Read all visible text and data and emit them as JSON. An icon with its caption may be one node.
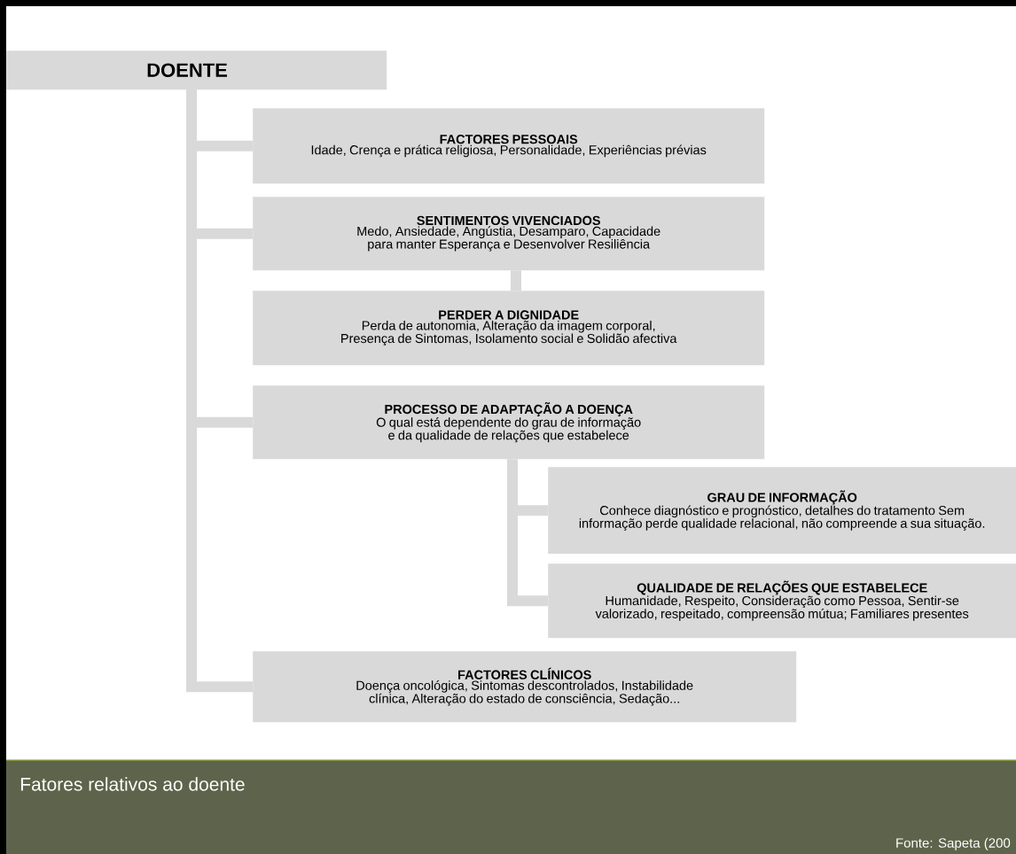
{
  "diagram": {
    "caption": "Fatores relativos ao doente",
    "nodes": [
      {
        "text": [
          "DOENTE"
        ]
      },
      {
        "text": [
          "FACTORES PESSOAIS",
          "Idade, Crença e prática religiosa, Personalidade, Experiências prévias"
        ]
      },
      {
        "text": [
          "SENTIMENTOS VIVENCIADOS",
          "Medo, Ansiedade, Angústia, Desamparo, Capacidade para manter Esperança e Desenvolver Resiliência"
        ]
      },
      {
        "text": [
          "PERDER A DIGNIDADE",
          "Perda de autonomia, Alteração da imagem corporal, Presença de Sintomas, Isolamento social e Solidão afectiva"
        ]
      },
      {
        "text": [
          "PROCESSO DE ADAPTAÇÃO A DOENÇA",
          "O qual está dependente do grau de informação e da qualidade de relações que estabelece"
        ]
      },
      {
        "text": [
          "GRAU DE INFORMAÇÃO",
          "Conhece diagnóstico e prognóstico, detalhes do tratamento Sem informação perde qualidade relacional, não compreende a sua situação."
        ]
      },
      {
        "text": [
          "QUALIDADE DE RELAÇÕES QUE ESTABELECE",
          "Humanidade, Respeito, Consideração como Pessoa, Sentir-se valorizado, respeitado, compreensão mútua; Familiares presentes"
        ]
      },
      {
        "text": [
          "FACTORES CLÍNICOS",
          "Doença oncológica, Sintomas descontrolados, Instabilidade clínica, Alteração do estado de consciência, Sedação..."
        ]
      }
    ],
    "edges": [
      {
        "from": 0,
        "to": 1,
        "arrow": "none"
      },
      {
        "from": 0,
        "to": 2,
        "arrow": "none"
      },
      {
        "from": 2,
        "to": 3,
        "arrow": "none"
      },
      {
        "from": 0,
        "to": 4,
        "arrow": "none"
      },
      {
        "from": 4,
        "to": 5,
        "arrow": "none"
      },
      {
        "from": 4,
        "to": 6,
        "arrow": "none"
      },
      {
        "from": 0,
        "to": 7,
        "arrow": "none"
      }
    ],
    "labels": [
      "Fonte: Sapeta (200"
    ]
  }
}
